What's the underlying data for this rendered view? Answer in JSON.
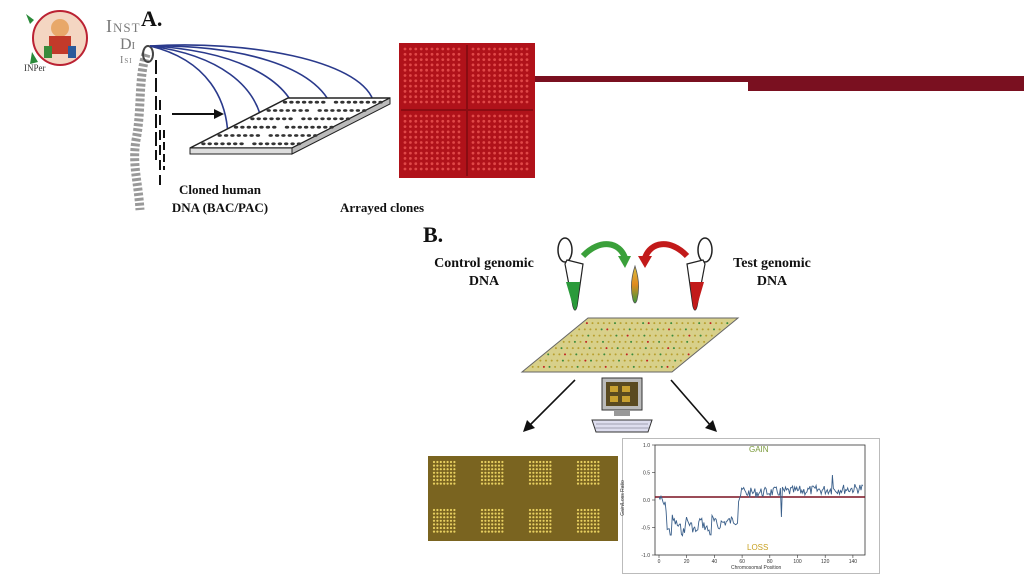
{
  "header": {
    "logo_text": "INPer",
    "title_line1": "Inst",
    "title_line2": "Di",
    "title_line3": "Isi"
  },
  "panel_a": {
    "label": "A.",
    "caption_cloned_line1": "Cloned human",
    "caption_cloned_line2": "DNA (BAC/PAC)",
    "caption_arrayed": "Arrayed clones"
  },
  "panel_b": {
    "label": "B.",
    "control_line1": "Control genomic",
    "control_line2": "DNA",
    "test_line1": "Test genomic",
    "test_line2": "DNA"
  },
  "plot": {
    "gain_label": "GAIN",
    "loss_label": "LOSS",
    "ylabel": "Gain/Loss Ratio",
    "xlabel": "Chromosomal Position",
    "yticks": [
      "1.0",
      "0.5",
      "0.0",
      "-0.5",
      "-1.0"
    ],
    "xticks": [
      "0",
      "20",
      "40",
      "60",
      "80",
      "100",
      "120",
      "140"
    ]
  },
  "colors": {
    "accent_bar": "#7a1020",
    "array_red": "#b0121a",
    "slide_gold": "#7a6420",
    "curve_blue": "#3a5f8a",
    "arc_blue": "#2a3a8c"
  }
}
